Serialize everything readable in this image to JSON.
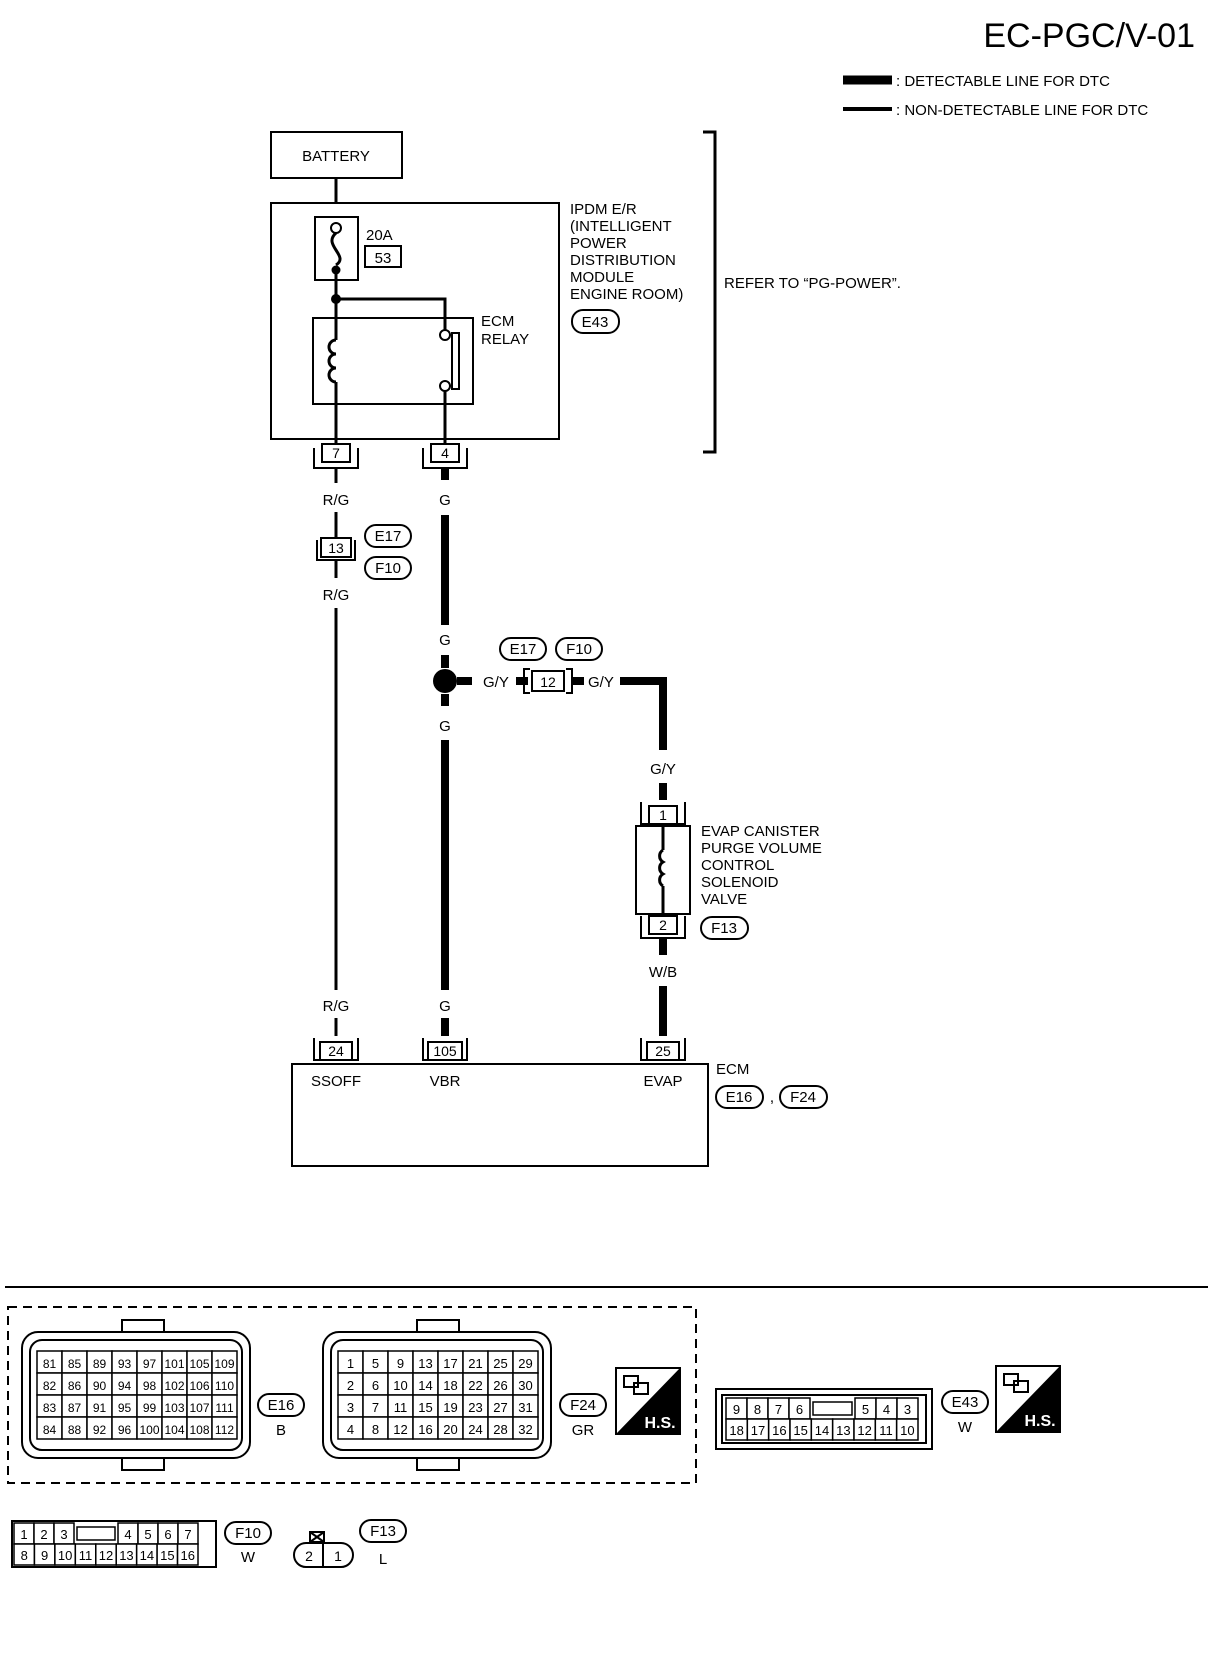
{
  "title": "EC-PGC/V-01",
  "legend": {
    "detectable": ": DETECTABLE LINE FOR DTC",
    "non_detectable": ": NON-DETECTABLE LINE FOR DTC"
  },
  "battery": "BATTERY",
  "fuse": {
    "rating": "20A",
    "number": "53"
  },
  "ipdm": {
    "lines": [
      "IPDM E/R",
      "(INTELLIGENT",
      "POWER",
      "DISTRIBUTION",
      "MODULE",
      "ENGINE ROOM)"
    ],
    "connector": "E43"
  },
  "ecm_relay": [
    "ECM",
    "RELAY"
  ],
  "refer": "REFER TO “PG-POWER”.",
  "ipdm_pins": [
    "7",
    "4"
  ],
  "wire_colors": {
    "rg": "R/G",
    "g": "G",
    "gy": "G/Y",
    "wb": "W/B"
  },
  "joint_connector": {
    "pin": "13",
    "labels": [
      "E17",
      "F10"
    ]
  },
  "joint_connector2": {
    "pin": "12",
    "labels": [
      "E17",
      "F10"
    ]
  },
  "solenoid": {
    "pins": [
      "1",
      "2"
    ],
    "lines": [
      "EVAP CANISTER",
      "PURGE VOLUME",
      "CONTROL",
      "SOLENOID",
      "VALVE"
    ],
    "connector": "F13"
  },
  "ecm": {
    "label": "ECM",
    "pins": [
      "24",
      "105",
      "25"
    ],
    "terminals": [
      "SSOFF",
      "VBR",
      "EVAP"
    ],
    "connectors": [
      "E16",
      "F24"
    ],
    "separator": ","
  },
  "connectors_bottom": {
    "e16": {
      "id": "E16",
      "color": "B",
      "rows": [
        [
          "81",
          "85",
          "89",
          "93",
          "97",
          "101",
          "105",
          "109"
        ],
        [
          "82",
          "86",
          "90",
          "94",
          "98",
          "102",
          "106",
          "110"
        ],
        [
          "83",
          "87",
          "91",
          "95",
          "99",
          "103",
          "107",
          "111"
        ],
        [
          "84",
          "88",
          "92",
          "96",
          "100",
          "104",
          "108",
          "112"
        ]
      ]
    },
    "f24": {
      "id": "F24",
      "color": "GR",
      "rows": [
        [
          "1",
          "5",
          "9",
          "13",
          "17",
          "21",
          "25",
          "29"
        ],
        [
          "2",
          "6",
          "10",
          "14",
          "18",
          "22",
          "26",
          "30"
        ],
        [
          "3",
          "7",
          "11",
          "15",
          "19",
          "23",
          "27",
          "31"
        ],
        [
          "4",
          "8",
          "12",
          "16",
          "20",
          "24",
          "28",
          "32"
        ]
      ]
    },
    "e43": {
      "id": "E43",
      "color": "W",
      "top": [
        "9",
        "8",
        "7",
        "6",
        "",
        "5",
        "4",
        "3"
      ],
      "bottom": [
        "18",
        "17",
        "16",
        "15",
        "14",
        "13",
        "12",
        "11",
        "10"
      ]
    },
    "f10": {
      "id": "F10",
      "color": "W",
      "top": [
        "1",
        "2",
        "3",
        "",
        "4",
        "5",
        "6",
        "7"
      ],
      "bottom": [
        "8",
        "9",
        "10",
        "11",
        "12",
        "13",
        "14",
        "15",
        "16"
      ]
    },
    "f13": {
      "id": "F13",
      "color": "L",
      "pins": [
        "2",
        "1"
      ]
    },
    "hs_label": "H.S."
  }
}
